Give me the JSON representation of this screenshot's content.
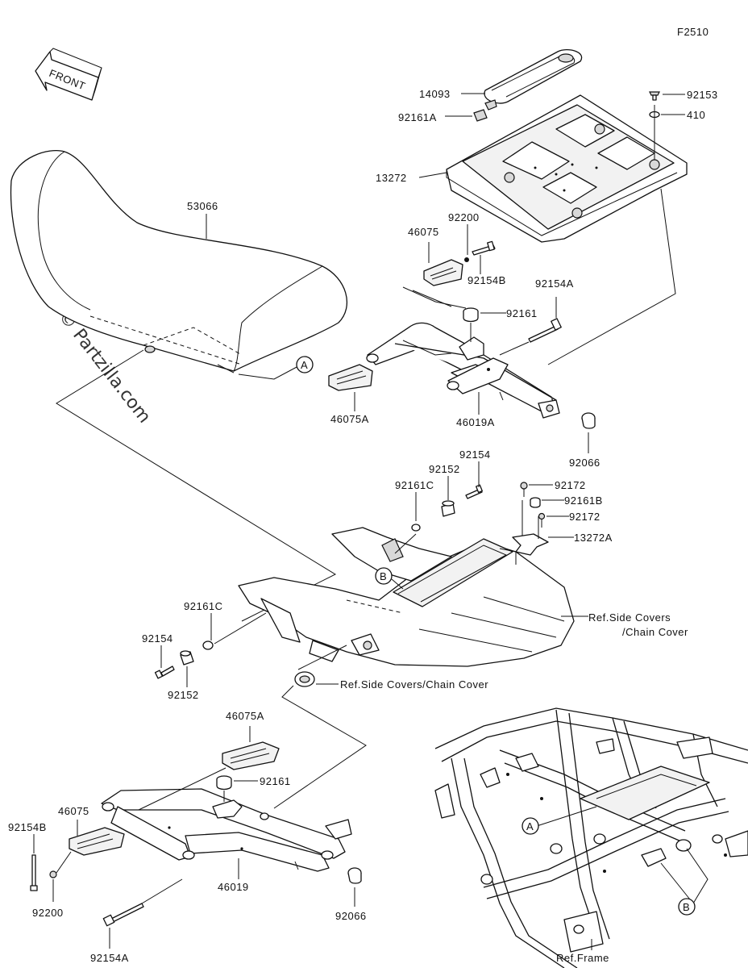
{
  "diagram_code": "F2510",
  "front_arrow_label": "FRONT",
  "watermark": "© Partzilla.com",
  "callouts": {
    "A": "A",
    "B": "B"
  },
  "labels": {
    "p14093": "14093",
    "p92161A": "92161A",
    "p13272": "13272",
    "p92153": "92153",
    "p410": "410",
    "p53066": "53066",
    "p92200_top": "92200",
    "p46075_top": "46075",
    "p92154B_top": "92154B",
    "p92154A_top": "92154A",
    "p92161_top": "92161",
    "p46075A_top": "46075A",
    "p46019A": "46019A",
    "p92066_top": "92066",
    "p92154_mid": "92154",
    "p92152_mid": "92152",
    "p92161C_mid": "92161C",
    "p92172_a": "92172",
    "p92161B": "92161B",
    "p92172_b": "92172",
    "p13272A": "13272A",
    "ref_side_covers_1": "Ref.Side Covers",
    "ref_side_covers_2": "/Chain Cover",
    "p92161C_left": "92161C",
    "p92154_left": "92154",
    "p92152_left": "92152",
    "ref_side_covers_chain": "Ref.Side Covers/Chain Cover",
    "p46075A_bot": "46075A",
    "p92161_bot": "92161",
    "p46075_bot": "46075",
    "p92154B_bot": "92154B",
    "p92200_bot": "92200",
    "p46019": "46019",
    "p92066_bot": "92066",
    "p92154A_bot": "92154A",
    "ref_frame": "Ref.Frame"
  }
}
